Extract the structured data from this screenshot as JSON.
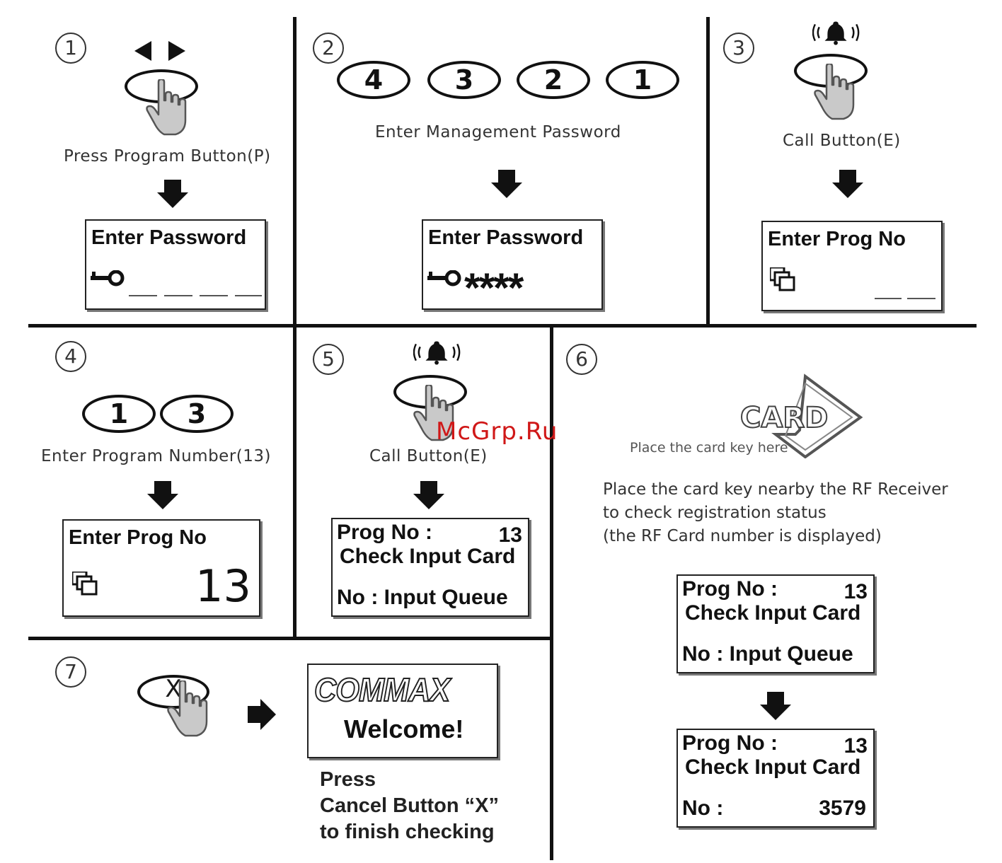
{
  "steps": {
    "s1": {
      "num": "①",
      "caption": "Press Program Button(P)",
      "lcd_title": "Enter Password"
    },
    "s2": {
      "num": "②",
      "keys": [
        "4",
        "3",
        "2",
        "1"
      ],
      "caption": "Enter Management Password",
      "lcd_title": "Enter Password",
      "lcd_value": "****"
    },
    "s3": {
      "num": "③",
      "caption": "Call Button(E)",
      "lcd_title": "Enter Prog  No"
    },
    "s4": {
      "num": "④",
      "keys": [
        "1",
        "3"
      ],
      "caption": "Enter Program Number(13)",
      "lcd_title": "Enter Prog  No",
      "lcd_value": "13"
    },
    "s5": {
      "num": "⑤",
      "caption": "Call Button(E)",
      "lcd_line1": "Prog No :",
      "lcd_num": "13",
      "lcd_line2": "Check Input Card",
      "lcd_line3": "No :  Input Queue"
    },
    "s6": {
      "num": "⑥",
      "card_label": "CARD",
      "card_caption": "Place the card key here",
      "description": [
        "Place the card key nearby the RF Receiver",
        "to check registration status",
        "(the RF Card number is displayed)"
      ],
      "lcd_a": {
        "line1": "Prog No :",
        "num": "13",
        "line2": "Check Input Card",
        "line3": "No :  Input Queue"
      },
      "lcd_b": {
        "line1": "Prog No :",
        "num": "13",
        "line2": "Check Input Card",
        "line3": "No :",
        "value": "3579"
      }
    },
    "s7": {
      "num": "⑦",
      "key": "X",
      "brand": "COMMAX",
      "welcome": "Welcome!",
      "instructions": [
        "Press",
        "Cancel Button “X”",
        "to finish checking"
      ]
    }
  },
  "watermark": "McGrp.Ru",
  "icons": {
    "pointer": "hand-pointer-icon",
    "key": "key-icon",
    "call": "bell-ring-icon",
    "prog": "stacked-cards-icon",
    "arrow": "arrow-down-icon",
    "lr": "left-right-arrow-icon"
  }
}
